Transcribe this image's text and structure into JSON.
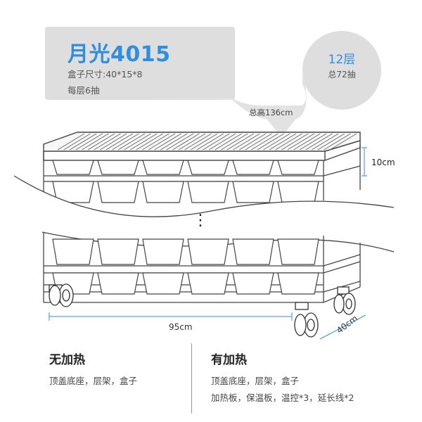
{
  "product": {
    "title": "月光4015",
    "box_size": "盒子尺寸:40*15*8",
    "drawers_per_layer": "每层6抽"
  },
  "badge": {
    "layers": "12层",
    "total_drawers": "总72抽"
  },
  "dimensions": {
    "total_height": "总高136cm",
    "tier_height": "10cm",
    "width": "95cm",
    "depth": "40cm"
  },
  "diagram": {
    "ellipsis": "⋮",
    "stroke_color": "#444444",
    "accent_color": "#2f8ee0"
  },
  "options": [
    {
      "heading": "无加热",
      "lines": [
        "顶盖底座，层架，盒子"
      ]
    },
    {
      "heading": "有加热",
      "lines": [
        "顶盖底座，层架，盒子",
        "加热板，保温板，温控*3，延长线*2"
      ]
    }
  ]
}
